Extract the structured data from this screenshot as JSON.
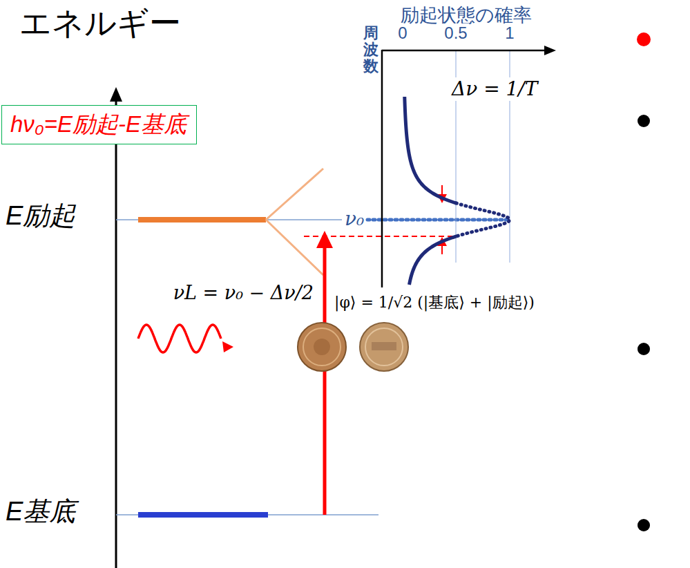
{
  "diagram": {
    "nodes": [
      {
        "text": [
          "hν₀=E励起-E基底"
        ]
      }
    ],
    "labels": [
      "エネルギー",
      "励起状態の確率",
      "周波数",
      "0",
      "0.5",
      "1",
      "Δν = 1/T",
      "ν₀",
      "E励起",
      "νL = ν₀ − Δν/2",
      "|φ⟩ = 1/√2 (|基底⟩ + |励起⟩)",
      "E基底"
    ]
  }
}
